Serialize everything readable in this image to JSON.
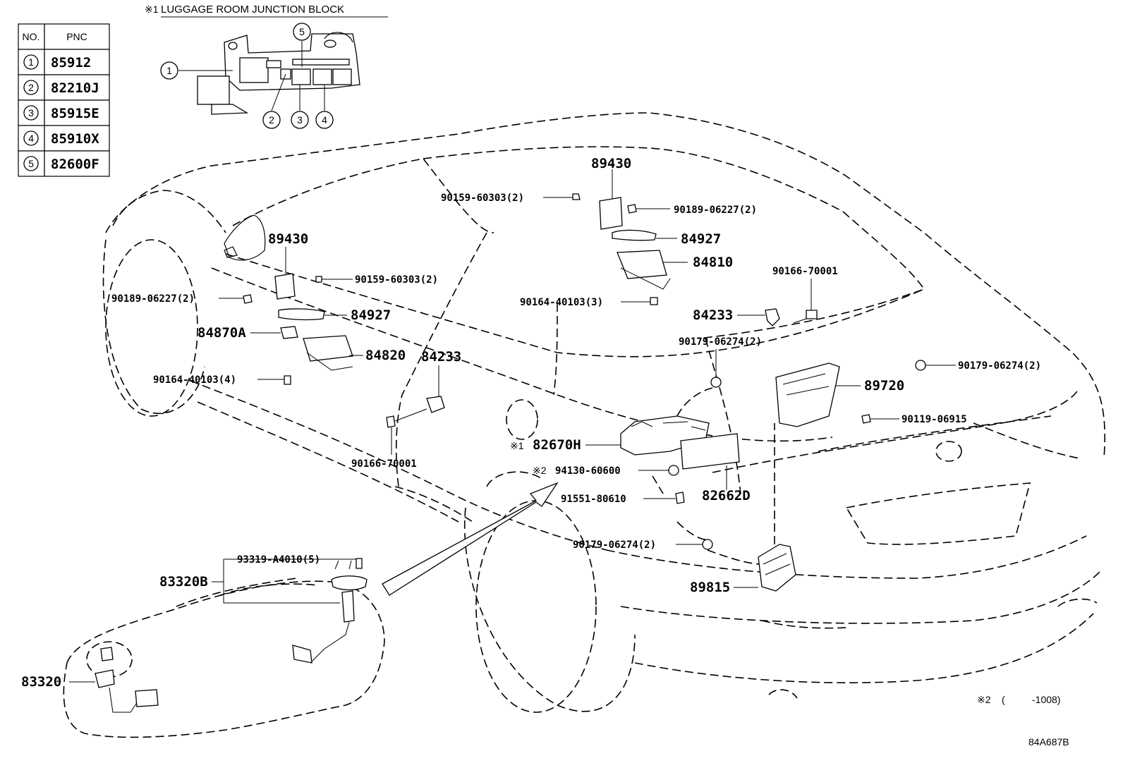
{
  "header": {
    "marker": "※1",
    "title": "LUGGAGE ROOM JUNCTION BLOCK"
  },
  "table": {
    "col_no": "NO.",
    "col_pnc": "PNC",
    "rows": [
      {
        "no": "1",
        "pnc": "85912"
      },
      {
        "no": "2",
        "pnc": "82210J"
      },
      {
        "no": "3",
        "pnc": "85915E"
      },
      {
        "no": "4",
        "pnc": "85910X"
      },
      {
        "no": "5",
        "pnc": "82600F"
      }
    ]
  },
  "callouts": [
    "1",
    "2",
    "3",
    "4",
    "5"
  ],
  "parts": {
    "p89430_right": "89430",
    "p90159_right": "90159-60303(2)",
    "p90189_right": "90189-06227(2)",
    "p84927_right": "84927",
    "p84810": "84810",
    "p90164_right": "90164-40103(3)",
    "p90166_right": "90166-70001",
    "p84233_right": "84233",
    "p90179_a": "90179-06274(2)",
    "p90179_b": "90179-06274(2)",
    "p89720": "89720",
    "p90119": "90119-06915",
    "p89430_left": "89430",
    "p90159_left": "90159-60303(2)",
    "p90189_left": "90189-06227(2)",
    "p84927_left": "84927",
    "p84870a": "84870A",
    "p84820": "84820",
    "p90164_left": "90164-40103(4)",
    "p84233_left": "84233",
    "p90166_left": "90166-70001",
    "p82670h_mark": "※1",
    "p82670h": "82670H",
    "p94130_mark": "※2",
    "p94130": "94130-60600",
    "p91551": "91551-80610",
    "p82662d": "82662D",
    "p90179_c": "90179-06274(2)",
    "p89815": "89815",
    "p93319": "93319-A4010(5)",
    "p83320b": "83320B",
    "p83320": "83320"
  },
  "footnote": {
    "marker": "※2",
    "paren_open": "(",
    "range": "-1008)"
  },
  "illustration_code": "84A687B"
}
